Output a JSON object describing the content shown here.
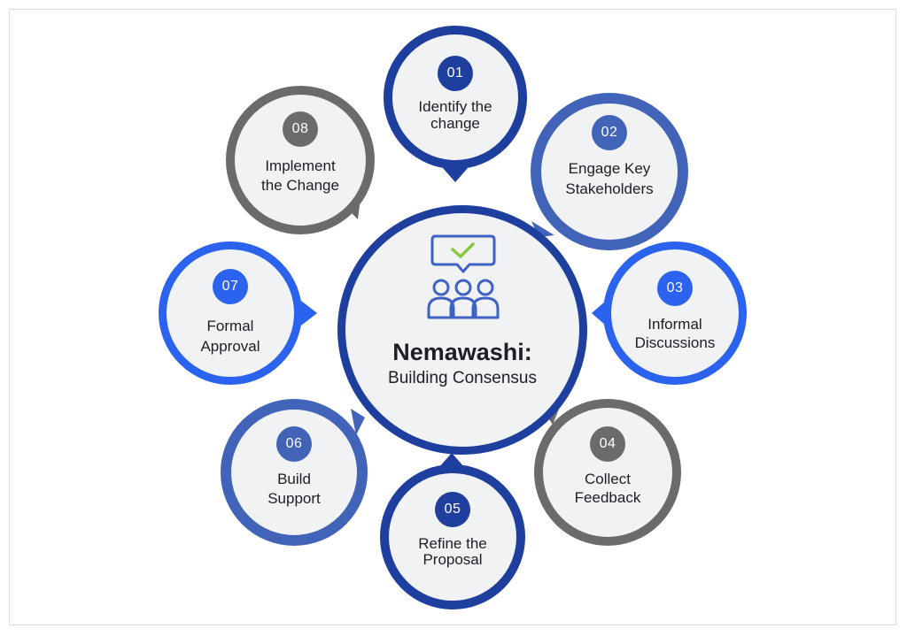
{
  "center": {
    "title": "Nemawashi:",
    "subtitle": "Building Consensus",
    "icon": "consensus-people-checkmark-icon"
  },
  "colors": {
    "dark_blue": "#1f3f9e",
    "medium_blue": "#4163b8",
    "bright_blue": "#2b63ee",
    "gray": "#6b6b6b",
    "check_green": "#8cc63f"
  },
  "steps": [
    {
      "num": "01",
      "label_1": "Identify the",
      "label_2": "change"
    },
    {
      "num": "02",
      "label_1": "Engage Key",
      "label_2": "Stakeholders"
    },
    {
      "num": "03",
      "label_1": "Informal",
      "label_2": "Discussions"
    },
    {
      "num": "04",
      "label_1": "Collect",
      "label_2": "Feedback"
    },
    {
      "num": "05",
      "label_1": "Refine the",
      "label_2": "Proposal"
    },
    {
      "num": "06",
      "label_1": "Build",
      "label_2": "Support"
    },
    {
      "num": "07",
      "label_1": "Formal",
      "label_2": "Approval"
    },
    {
      "num": "08",
      "label_1": "Implement",
      "label_2": "the Change"
    }
  ]
}
